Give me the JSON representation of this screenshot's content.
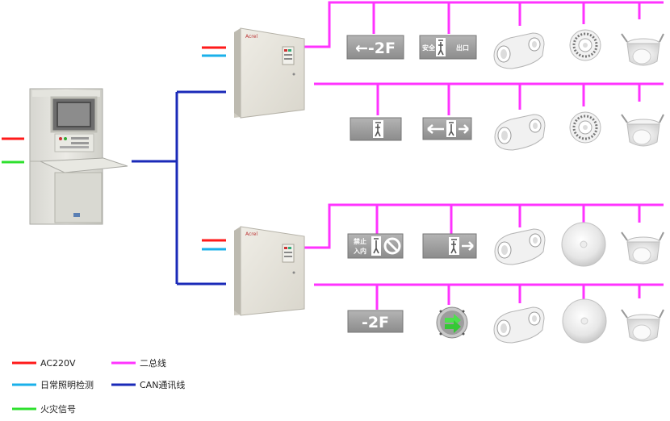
{
  "colors": {
    "ac220v": "#ff1a1a",
    "daily_lighting": "#1ab0ea",
    "fire_signal": "#2ee02e",
    "two_bus": "#ff33ff",
    "can_bus": "#1a2ab8"
  },
  "legend": {
    "ac220v": "AC220V",
    "two_bus": "二总线",
    "daily_lighting": "日常照明检测",
    "can_bus": "CAN通讯线",
    "fire_signal": "火灾信号"
  },
  "controller_brand": "Acrel",
  "signs": {
    "floor_2f_arrow_left": "←-2F",
    "exit_safety_left": "安全",
    "exit_safety_right": "出口",
    "no_entry_top": "禁止",
    "no_entry_bottom": "入内",
    "floor_2f": "-2F"
  },
  "icons": {
    "host": "fire-emergency-host-cabinet-icon",
    "distribution_box": "distribution-box-icon",
    "floor_sign": "floor-indicator-sign-icon",
    "exit_sign": "exit-sign-icon",
    "twin_head_light": "twin-head-emergency-light-icon",
    "ceiling_round_light": "ceiling-round-light-icon",
    "downlight": "downlight-icon",
    "dome_light": "dome-light-icon",
    "floor_arrow_light": "floor-embedded-arrow-light-icon",
    "no_entry_sign": "no-entry-exit-sign-icon"
  }
}
